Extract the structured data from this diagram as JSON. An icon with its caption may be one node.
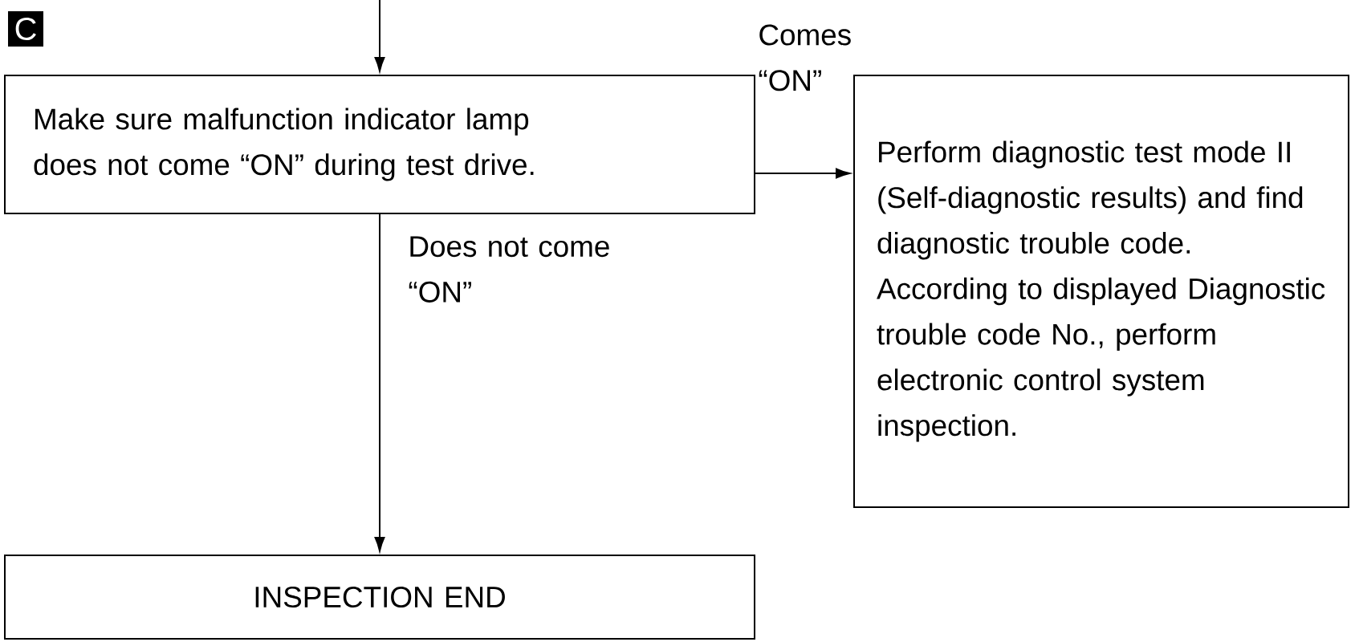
{
  "diagram": {
    "nodes": [
      {
        "text": [
          "Make sure malfunction indicator lamp does not come “ON” during test drive."
        ]
      },
      {
        "text": [
          "Perform diagnostic test mode II (Self-diagnostic results) and find diagnostic trouble code. According to displayed Diagnostic trouble code No., perform electronic control system inspection."
        ]
      },
      {
        "text": [
          "INSPECTION END"
        ]
      }
    ],
    "edges": [
      {
        "from": null,
        "to": 0,
        "arrow": "to"
      },
      {
        "from": 0,
        "to": 1,
        "arrow": "to",
        "label": "Comes “ON”"
      },
      {
        "from": 0,
        "to": 2,
        "arrow": "to",
        "label": "Does not come “ON”"
      }
    ],
    "labels": [
      "C"
    ]
  }
}
